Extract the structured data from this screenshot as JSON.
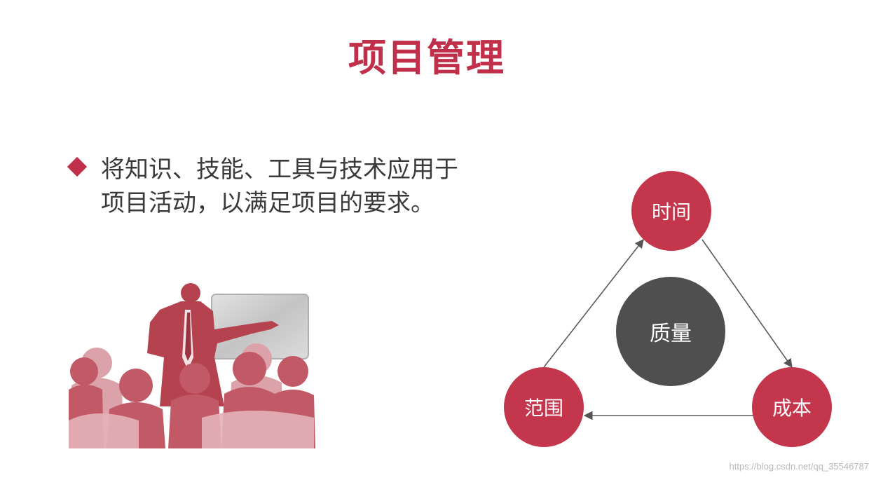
{
  "slide": {
    "title": "项目管理",
    "bullet_lines": [
      "将知识、技能、工具与技术应用于",
      "项目活动，以满足项目的要求。"
    ]
  },
  "diagram": {
    "top_node": "时间",
    "right_node": "成本",
    "left_node": "范围",
    "center_node": "质量"
  },
  "colors": {
    "accent": "#c0304a",
    "center": "#4f4f4f",
    "text": "#3a3a3a",
    "silhouette_dark": "#b5424f",
    "silhouette_light": "#dba3a9"
  },
  "watermark": "https://blog.csdn.net/qq_35546787"
}
